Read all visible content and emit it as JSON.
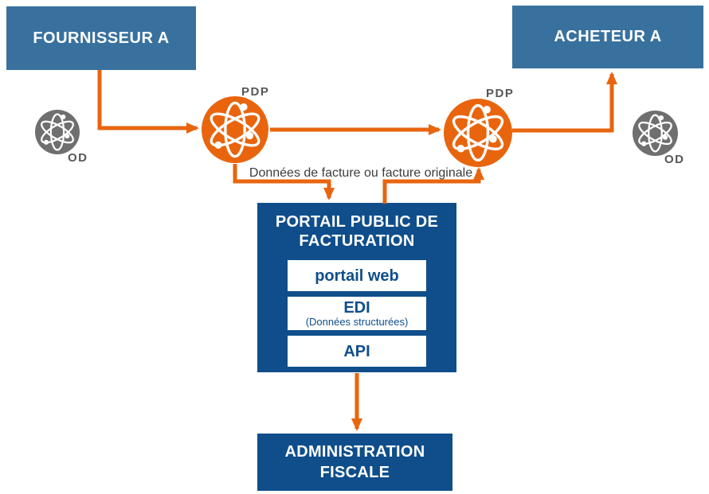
{
  "palette": {
    "steel_blue": "#38719E",
    "navy": "#0F4E8A",
    "orange": "#E8650E",
    "icon_gray": "#706F6F",
    "label_gray": "#575756",
    "annotation": "#3C3C3B"
  },
  "nodes": {
    "fournisseur": {
      "label": "FOURNISSEUR A"
    },
    "acheteur": {
      "label": "ACHETEUR A"
    },
    "pdp_left": {
      "label": "PDP",
      "icon": "atom-icon"
    },
    "pdp_right": {
      "label": "PDP",
      "icon": "atom-icon"
    },
    "od_left": {
      "label": "OD",
      "icon": "atom-icon"
    },
    "od_right": {
      "label": "OD",
      "icon": "atom-icon"
    },
    "portal": {
      "title_line1": "PORTAIL PUBLIC DE",
      "title_line2": "FACTURATION",
      "channels": [
        {
          "label": "portail web",
          "sublabel": ""
        },
        {
          "label": "EDI",
          "sublabel": "(Données structurées)"
        },
        {
          "label": "API",
          "sublabel": ""
        }
      ]
    },
    "administration": {
      "line1": "ADMINISTRATION",
      "line2": "FISCALE"
    }
  },
  "annotations": {
    "flow_label": "Données de facture ou facture originale"
  }
}
